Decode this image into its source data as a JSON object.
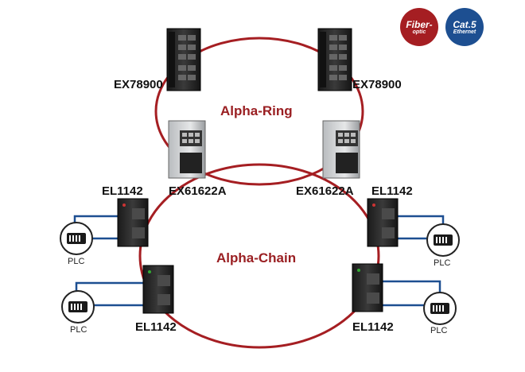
{
  "badges": {
    "fiber": {
      "line1": "Fiber-",
      "line2": "optic",
      "color": "#a51e22"
    },
    "cat5": {
      "line1": "Cat.5",
      "line2": "Ethernet",
      "color": "#1d4f91"
    }
  },
  "ring": {
    "name": "Alpha-Ring",
    "color": "#a51e22"
  },
  "chain": {
    "name": "Alpha-Chain",
    "color": "#a51e22"
  },
  "copper_color": "#1d4f91",
  "devices": {
    "core_left": "EX78900",
    "core_right": "EX78900",
    "edge_left": "EX61622A",
    "edge_right": "EX61622A",
    "el_top_left": "EL1142",
    "el_top_right": "EL1142",
    "el_bottom_left": "EL1142",
    "el_bottom_right": "EL1142"
  },
  "plc_label": "PLC"
}
